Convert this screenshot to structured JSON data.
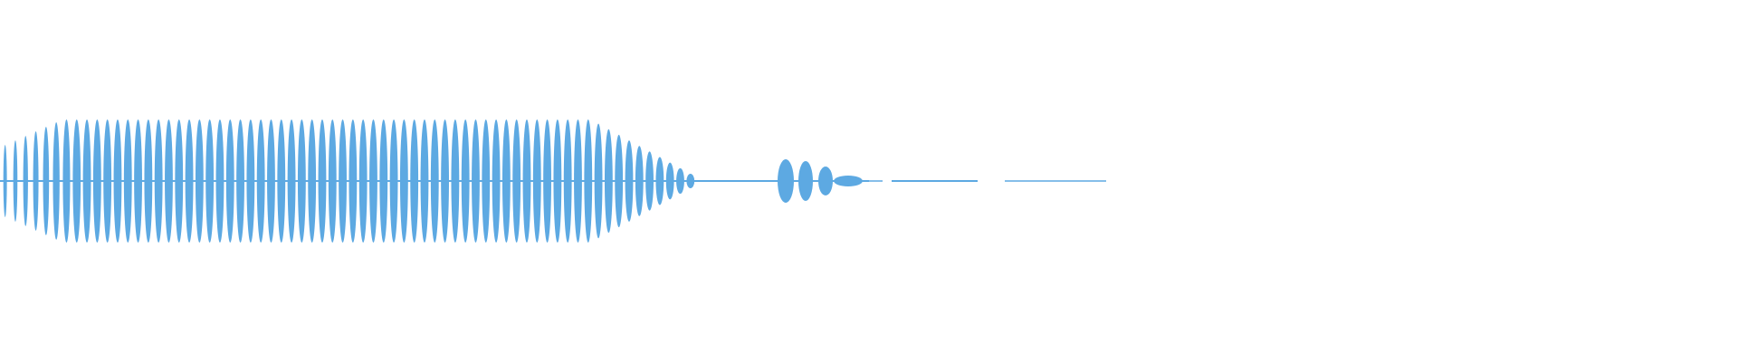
{
  "waveform": {
    "color": "#5DA9E2",
    "background": "#FFFFFF",
    "peak_amplitude": 1.0,
    "envelope": {
      "attack_fraction_of_length": 0.07,
      "sustain_until_fraction": 0.66,
      "decay_until_fraction": 0.78,
      "tail_end_fraction": 1.0
    },
    "wave_count": 70,
    "active_region_fraction_of_width": 0.515
  }
}
